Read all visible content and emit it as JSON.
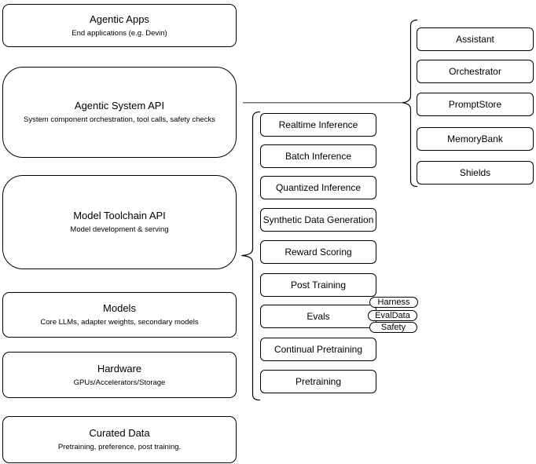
{
  "left_stack": [
    {
      "title": "Agentic Apps",
      "subtitle": "End applications (e.g. Devin)"
    },
    {
      "title": "Agentic System API",
      "subtitle": "System component orchestration, tool calls, safety checks"
    },
    {
      "title": "Model Toolchain API",
      "subtitle": "Model development & serving"
    },
    {
      "title": "Models",
      "subtitle": "Core LLMs, adapter weights, secondary models"
    },
    {
      "title": "Hardware",
      "subtitle": "GPUs/Accelerators/Storage"
    },
    {
      "title": "Curated Data",
      "subtitle": "Pretraining, preference, post training."
    }
  ],
  "toolchain_services": [
    "Realtime Inference",
    "Batch Inference",
    "Quantized Inference",
    "Synthetic Data Generation",
    "Reward Scoring",
    "Post Training",
    "Evals",
    "Continual Pretraining",
    "Pretraining"
  ],
  "eval_tags": [
    "Harness",
    "EvalData",
    "Safety"
  ],
  "system_components": [
    "Assistant",
    "Orchestrator",
    "PromptStore",
    "MemoryBank",
    "Shields"
  ],
  "colors": {
    "stroke": "#000000",
    "fill": "#ffffff",
    "connector": "#424242"
  }
}
